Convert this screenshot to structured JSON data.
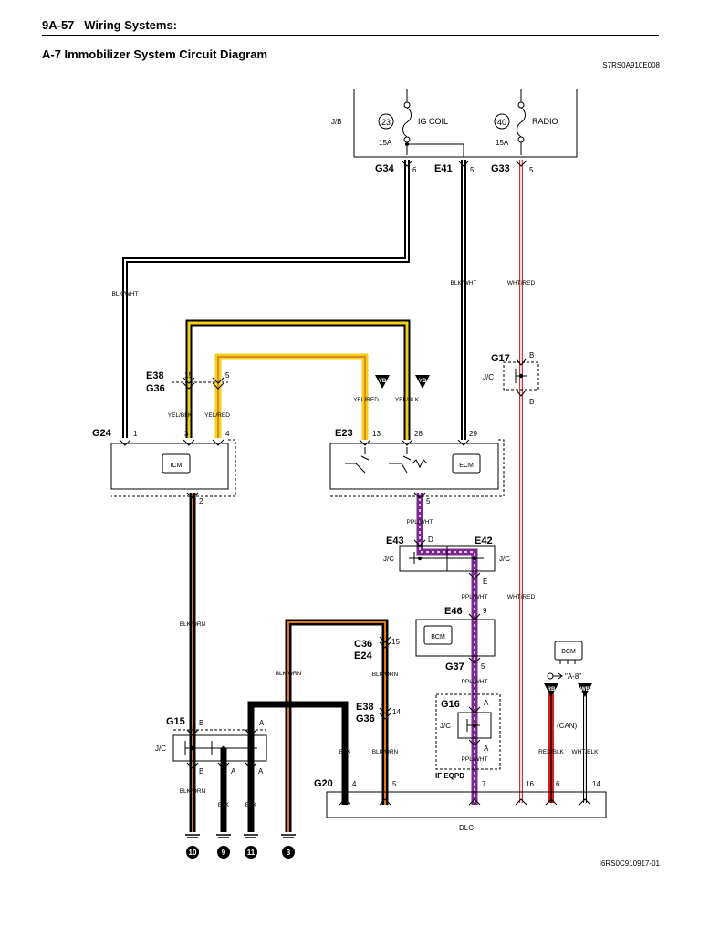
{
  "header": {
    "section": "9A-57",
    "section_title": "Wiring Systems:"
  },
  "diagram_title": "A-7 Immobilizer System Circuit Diagram",
  "ref_code_top": "S7RS0A910E008",
  "ref_code_bottom": "I6RS0C910917-01",
  "colors": {
    "black": "#000000",
    "yellow": "#f2d21a",
    "purple": "#7a2a8e",
    "red": "#d62020",
    "orange": "#e07a10",
    "white": "#ffffff"
  },
  "fuse_box": {
    "label": "J/B",
    "fuses": [
      {
        "number": "23",
        "name": "IG COIL",
        "rating": "15A"
      },
      {
        "number": "40",
        "name": "RADIO",
        "rating": "15A"
      }
    ]
  },
  "connectors": {
    "g34": "G34",
    "g34_pin": "6",
    "e41": "E41",
    "e41_pin": "5",
    "g33": "G33",
    "g33_pin": "5",
    "g17": "G17",
    "g17_pin_top": "B",
    "g17_pin_bot": "B",
    "e38": "E38",
    "g36": "G36",
    "e38_pin1": "15",
    "e38_pin2": "5",
    "g24": "G24",
    "g24_pins": [
      "1",
      "3",
      "4"
    ],
    "g24_pin_bottom": "2",
    "e23": "E23",
    "e23_pins": [
      "13",
      "28",
      "29"
    ],
    "e23_pin_bottom": "5",
    "e43": "E43",
    "e43_pin": "D",
    "e42": "E42",
    "e42_pin": "E",
    "e46": "E46",
    "e46_pin_top": "9",
    "g37": "G37",
    "g37_pin": "5",
    "c36": "C36",
    "e24": "E24",
    "c36_pin": "15",
    "e38b": "E38",
    "g36b": "G36",
    "e38b_pin": "14",
    "g16": "G16",
    "g16_pin_top": "A",
    "g16_pin_bot": "A",
    "g15": "G15",
    "g15_pins_top": [
      "B",
      "A"
    ],
    "g15_pins_bottom": [
      "B",
      "A",
      "A"
    ],
    "g20": "G20",
    "g20_pins": [
      "4",
      "5",
      "7",
      "16",
      "6",
      "14"
    ]
  },
  "wires": {
    "blk_wht": "BLK/WHT",
    "wht_red": "WHT/RED",
    "yel_blk": "YEL/BLK",
    "yel_red": "YEL/RED",
    "ppl_wht": "PPL/WHT",
    "blk_orn": "BLK/ORN",
    "blk": "BLK",
    "red_blk": "RED/BLK",
    "wht_blk": "WHT/BLK",
    "can": "(CAN)"
  },
  "modules": {
    "icm": "ICM",
    "ecm": "ECM",
    "bcm": "BCM",
    "bcm2": "BCM",
    "dlc": "DLC"
  },
  "jc": "J/C",
  "if_eqpd": "IF EQPD",
  "arrow_a8": "\"A-8\"",
  "tags": {
    "yb": "YB",
    "rb": "RB",
    "wb": "WB"
  },
  "grounds": [
    "10",
    "9",
    "11",
    "3"
  ]
}
